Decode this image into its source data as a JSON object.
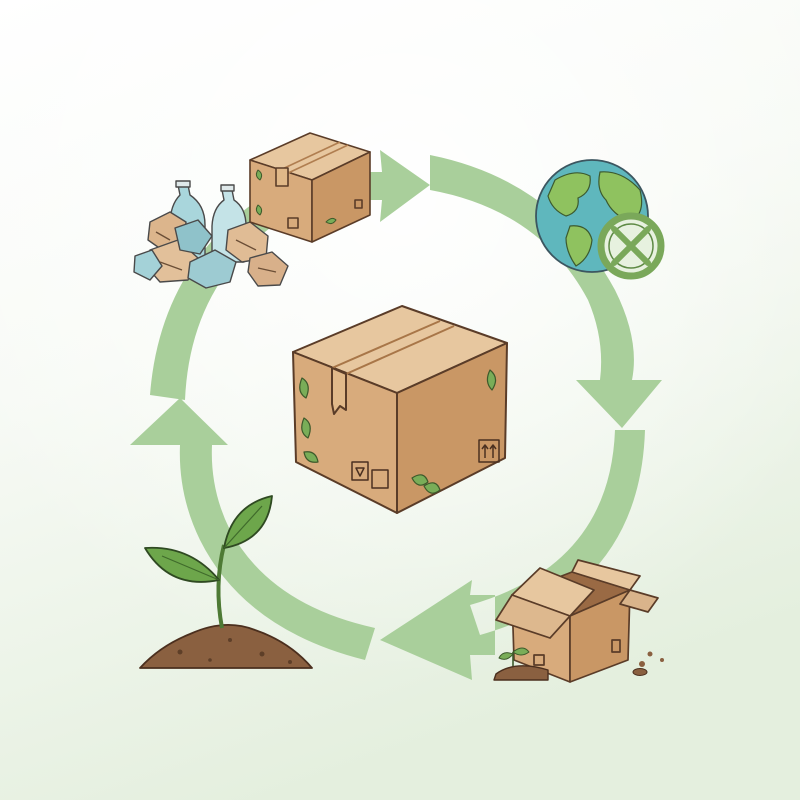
{
  "diagram": {
    "type": "cycle",
    "direction": "clockwise",
    "arrow_count": 4,
    "colors": {
      "background_top": "#ffffff",
      "background_bottom": "#e4efde",
      "arrow": "#a9cf9b",
      "cardboard": "#d8ab7c",
      "cardboard_light": "#e7c79f",
      "cardboard_dark": "#c08f5f",
      "outline": "#5a3c28",
      "leaf": "#79ad58",
      "soil": "#8a6040",
      "ocean": "#5fb7bd",
      "land": "#8fc25f",
      "no_symbol": "#7aa85a",
      "plastic": "#9fd0d6",
      "paper_waste": "#d9b38c"
    },
    "nodes": [
      {
        "id": "waste-and-packaging",
        "icons": [
          "plastic-bottle-icon",
          "crumpled-paper-icon",
          "cardboard-box-icon"
        ]
      },
      {
        "id": "planet-protected",
        "icons": [
          "globe-icon",
          "no-symbol-icon"
        ]
      },
      {
        "id": "compostable-open-box",
        "icons": [
          "open-box-icon",
          "sprout-icon",
          "soil-icon"
        ]
      },
      {
        "id": "new-growth",
        "icons": [
          "seedling-icon",
          "soil-mound-icon"
        ]
      }
    ],
    "center": {
      "id": "eco-cardboard-box",
      "icon": "cardboard-box-icon",
      "markings": [
        "leaf-icon",
        "this-way-up-icon",
        "recycle-symbol-icon"
      ]
    }
  }
}
